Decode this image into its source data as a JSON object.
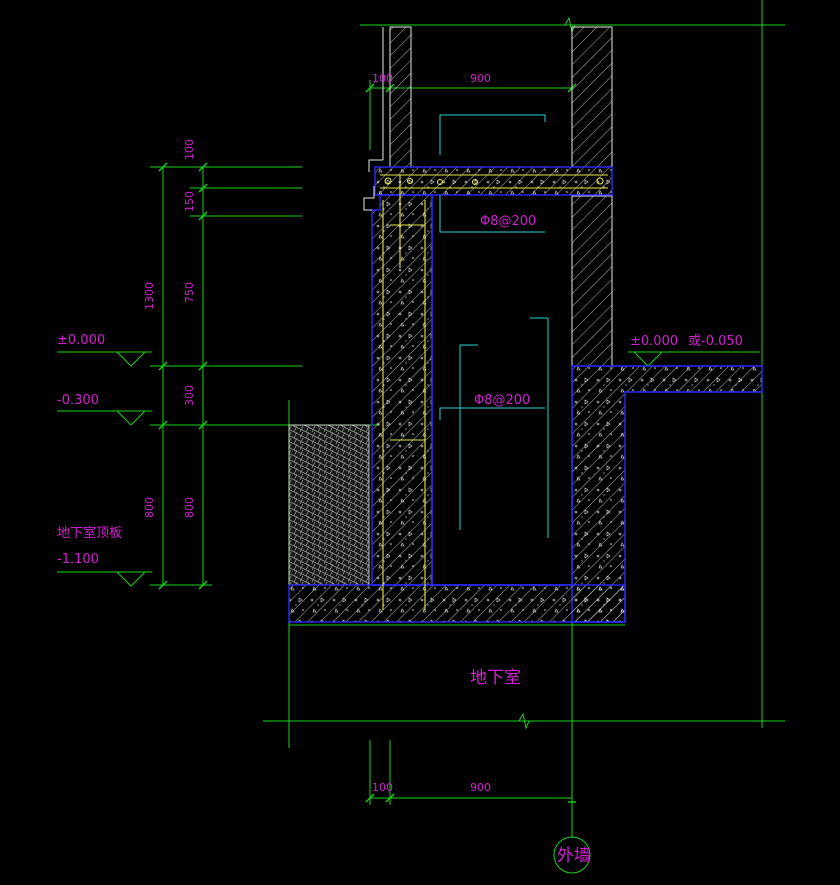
{
  "dimensions": {
    "top_left": "100",
    "top_width": "900",
    "bottom_left": "100",
    "bottom_width": "900",
    "v_100": "100",
    "v_150": "150",
    "v_750": "750",
    "v_1300": "1300",
    "v_300": "300",
    "v_800a": "800",
    "v_800b": "800"
  },
  "levels": {
    "zero_left": "±0.000",
    "minus_300": "-0.300",
    "basement_roof": "地下室顶板",
    "minus_1100": "-1.100",
    "zero_right": "±0.000",
    "alt_level": "或-0.050"
  },
  "rebar": {
    "top": "Φ8@200",
    "middle": "Φ8@200"
  },
  "labels": {
    "basement": "地下室",
    "axis": "外墙"
  },
  "colors": {
    "background": "#000000",
    "grid_green": "#19d219",
    "hatch_white": "#e6e6e6",
    "outline_blue": "#2a2aff",
    "rebar_yellow": "#e8e84a",
    "text_magenta": "#d21fd2",
    "leader_cyan": "#22d2d2"
  }
}
